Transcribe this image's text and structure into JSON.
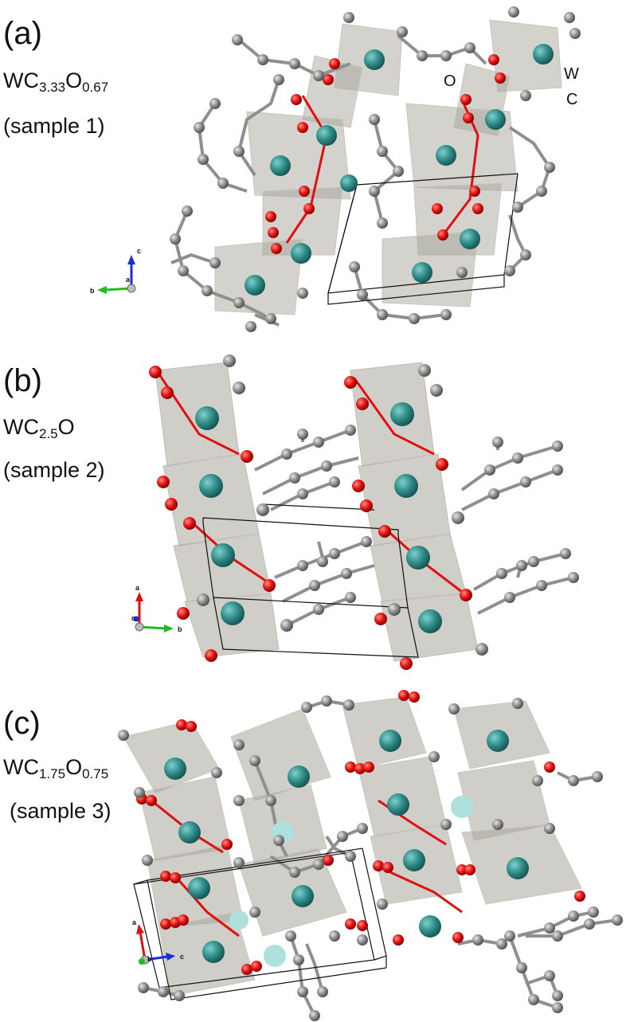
{
  "panels": [
    {
      "id": "a",
      "label": "(a)",
      "formula": {
        "base": "WC",
        "s1": "3.33",
        "mid": "O",
        "s2": "0.67"
      },
      "sample": "(sample 1)",
      "atom_labels": {
        "O": "O",
        "W": "W",
        "C": "C"
      },
      "axes": {
        "up": "c",
        "left": "b",
        "center": "a"
      }
    },
    {
      "id": "b",
      "label": "(b)",
      "formula": {
        "base": "WC",
        "s1": "2.5",
        "mid": "O",
        "s2": ""
      },
      "sample": "(sample 2)",
      "axes": {
        "up": "a",
        "right": "b",
        "center": "c"
      }
    },
    {
      "id": "c",
      "label": "(c)",
      "formula": {
        "base": "WC",
        "s1": "1.75",
        "mid": "O",
        "s2": "0.75"
      },
      "sample": "(sample 3)",
      "axes": {
        "up": "a",
        "right": "c",
        "center": "b"
      }
    }
  ],
  "colors": {
    "tungsten": "#2e8a86",
    "oxygen": "#e01010",
    "carbon": "#8a8a8a",
    "polyhedron": "#a8a69c",
    "axis_x": "#22bb22",
    "axis_y": "#1a2ed8",
    "axis_z": "#dd1111"
  }
}
